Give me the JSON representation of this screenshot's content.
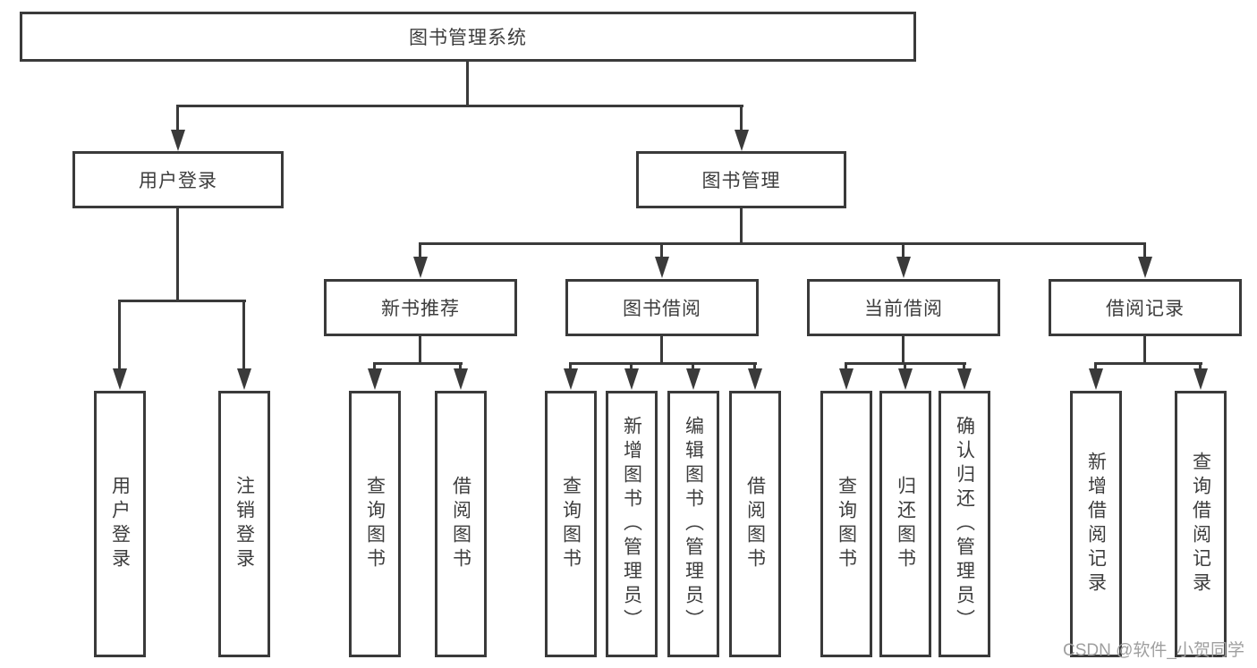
{
  "diagram": {
    "root": {
      "label": "图书管理系统"
    },
    "level2": [
      {
        "label": "用户登录",
        "children": [
          {
            "label": "用户登录"
          },
          {
            "label": "注销登录"
          }
        ]
      },
      {
        "label": "图书管理",
        "children": [
          {
            "label": "新书推荐",
            "children": [
              {
                "label": "查询图书"
              },
              {
                "label": "借阅图书"
              }
            ]
          },
          {
            "label": "图书借阅",
            "children": [
              {
                "label": "查询图书"
              },
              {
                "label": "新增图书（管理员）"
              },
              {
                "label": "编辑图书（管理员）"
              },
              {
                "label": "借阅图书"
              }
            ]
          },
          {
            "label": "当前借阅",
            "children": [
              {
                "label": "查询图书"
              },
              {
                "label": "归还图书"
              },
              {
                "label": "确认归还（管理员）"
              }
            ]
          },
          {
            "label": "借阅记录",
            "children": [
              {
                "label": "新增借阅记录"
              },
              {
                "label": "查询借阅记录"
              }
            ]
          }
        ]
      }
    ]
  },
  "watermark": {
    "text": "CSDN @软件_小贺同学"
  },
  "colors": {
    "line": "#3a3a3a",
    "text": "#3d3d3d",
    "box-bg": "#ffffff",
    "watermark": "#9f9f9f",
    "background": "#ffffff"
  }
}
